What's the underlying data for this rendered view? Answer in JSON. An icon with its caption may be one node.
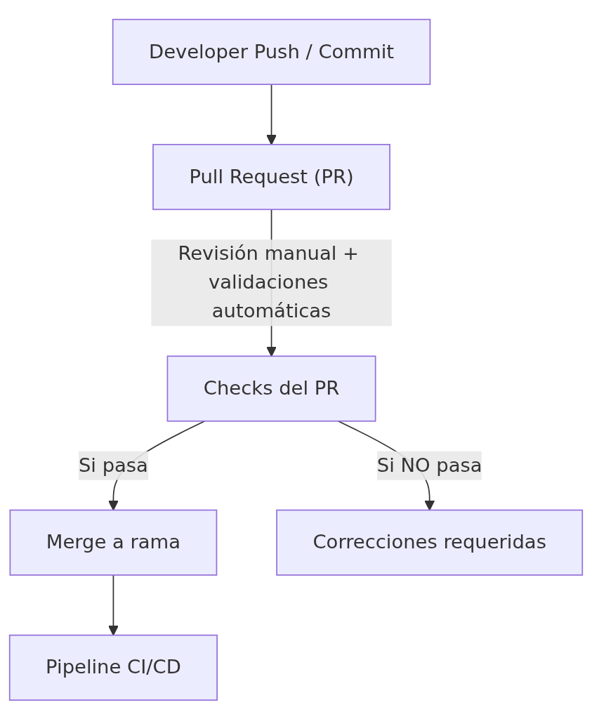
{
  "diagram": {
    "nodes": [
      {
        "text": [
          "Developer Push / Commit"
        ]
      },
      {
        "text": [
          "Pull Request (PR)"
        ]
      },
      {
        "text": [
          "Checks del PR"
        ]
      },
      {
        "text": [
          "Merge a rama"
        ]
      },
      {
        "text": [
          "Correcciones requeridas"
        ]
      },
      {
        "text": [
          "Pipeline CI/CD"
        ]
      }
    ],
    "edges": [
      {
        "from": 0,
        "to": 1,
        "arrow": "to"
      },
      {
        "from": 1,
        "to": 2,
        "arrow": "to",
        "label": "Revisión manual + validaciones automáticas"
      },
      {
        "from": 2,
        "to": 3,
        "arrow": "to",
        "label": "Si pasa"
      },
      {
        "from": 2,
        "to": 4,
        "arrow": "to",
        "label": "Si NO pasa"
      },
      {
        "from": 3,
        "to": 5,
        "arrow": "to"
      }
    ]
  }
}
